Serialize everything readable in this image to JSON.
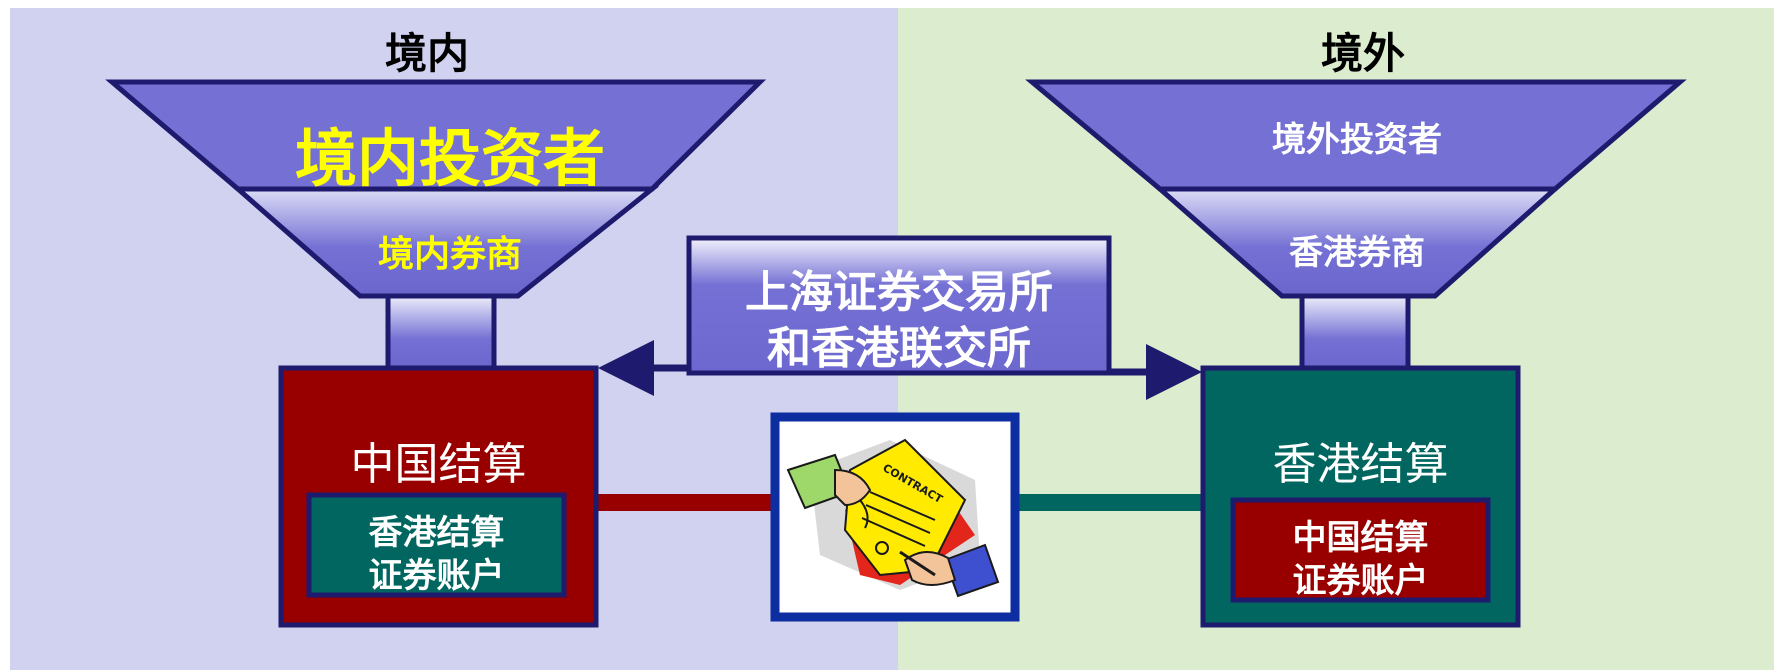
{
  "regions": {
    "domestic": "境内",
    "overseas": "境外"
  },
  "left_funnel": {
    "investor": "境内投资者",
    "broker": "境内券商"
  },
  "right_funnel": {
    "investor": "境外投资者",
    "broker": "香港券商"
  },
  "exchange": {
    "line1": "上海证券交易所",
    "line2": "和香港联交所"
  },
  "left_clearing": {
    "name": "中国结算",
    "account_line1": "香港结算",
    "account_line2": "证券账户"
  },
  "right_clearing": {
    "name": "香港结算",
    "account_line1": "中国结算",
    "account_line2": "证券账户"
  },
  "contract_image": {
    "text": "CONTRACT"
  },
  "colors": {
    "left_bg": "#d1d1f0",
    "right_bg": "#dceccf",
    "funnel": "#7470d4",
    "navy": "#1e1a6e",
    "dark_red": "#980000",
    "teal": "#00665f",
    "yellow": "#ffff00"
  }
}
